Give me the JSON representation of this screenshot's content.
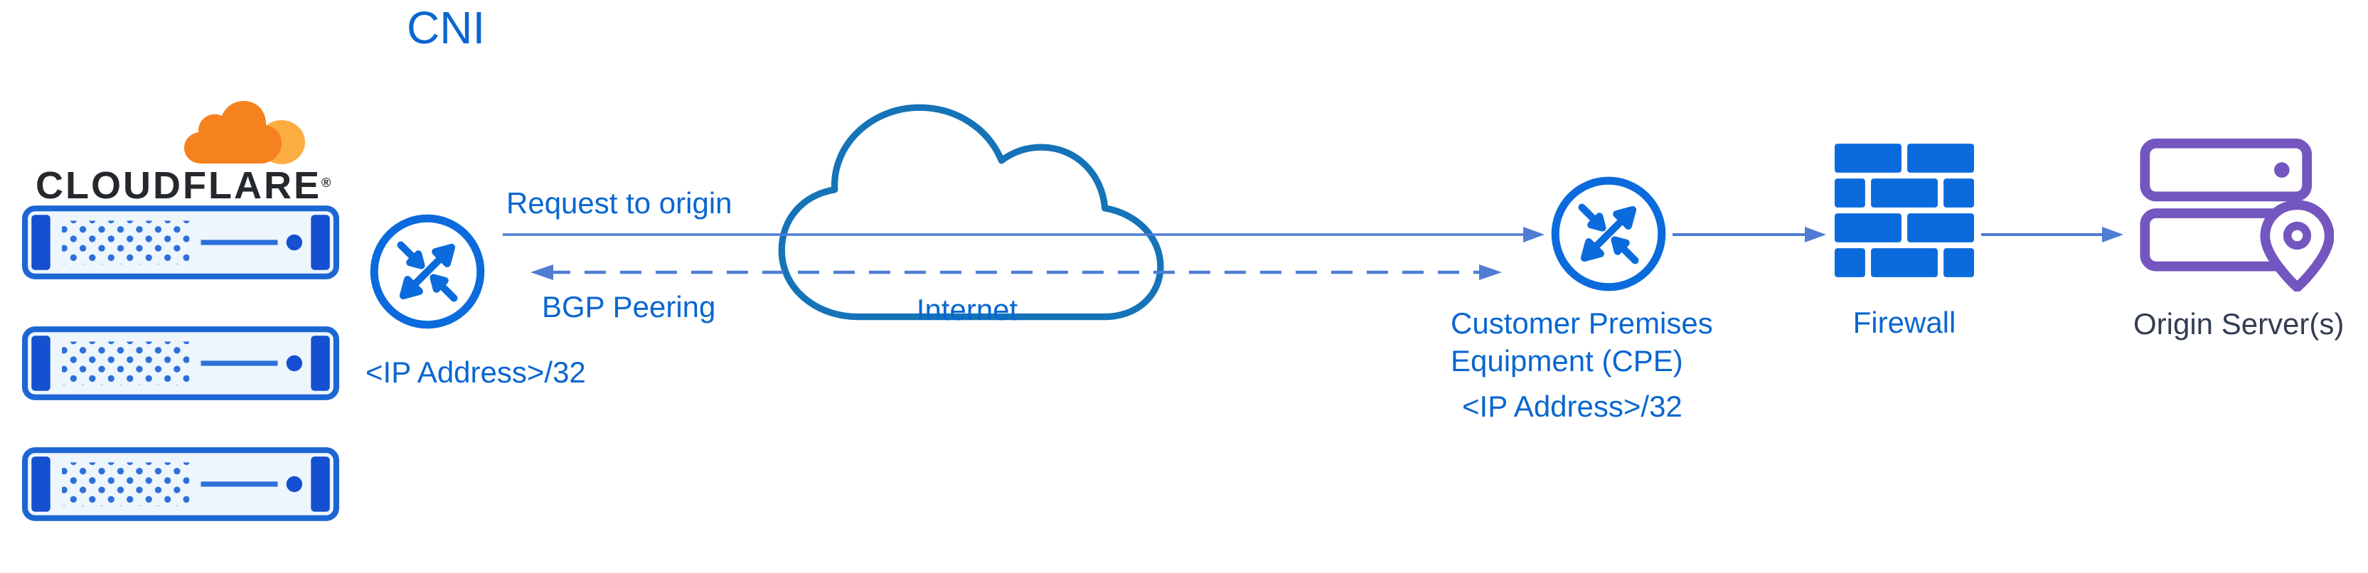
{
  "title": "CNI",
  "cloudflare": {
    "wordmark": "CLOUDFLARE",
    "trademark": "®"
  },
  "edge": {
    "ip_label": "<IP Address>/32"
  },
  "flows": {
    "request": "Request to origin",
    "bgp": "BGP Peering"
  },
  "internet": {
    "label": "Internet"
  },
  "cpe": {
    "name_line1": "Customer Premises",
    "name_line2": "Equipment (CPE)",
    "ip_label": "<IP Address>/32"
  },
  "firewall": {
    "label": "Firewall"
  },
  "origin": {
    "label": "Origin Server(s)"
  },
  "icons": {
    "cloudflare_logo": "cloudflare-cloud-icon",
    "edge_servers": "server-rack-icon",
    "routers": "router-crossed-arrows-icon",
    "internet": "internet-cloud-icon",
    "firewall": "brick-wall-icon",
    "origin": "origin-server-location-pin-icon"
  },
  "colors": {
    "blue": "#0B6BDD",
    "label_blue": "#0A66D0",
    "cloud_blue": "#1573B8",
    "arrow_blue": "#4E7DD3",
    "purple": "#7356BF",
    "orange": "#F6821F",
    "orange_light": "#FBAD41",
    "dark_label": "#333D51"
  }
}
